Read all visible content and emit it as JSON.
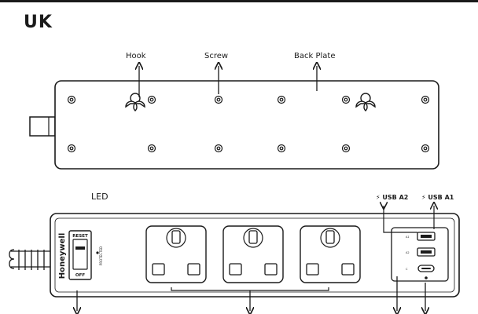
{
  "region_title": "UK",
  "top_view": {
    "labels": {
      "hook": "Hook",
      "screw": "Screw",
      "back_plate": "Back Plate"
    }
  },
  "front_view": {
    "labels": {
      "led": "LED",
      "usb_a2": "USB A2",
      "usb_a1": "USB A1"
    },
    "brand": "Honeywell",
    "switch": {
      "top_text": "RESET",
      "bottom_text": "OFF"
    },
    "led_text": "PROTECTED",
    "bolt_symbol": "⚡",
    "usb_port_text": [
      "A1",
      "A2",
      "C"
    ]
  }
}
